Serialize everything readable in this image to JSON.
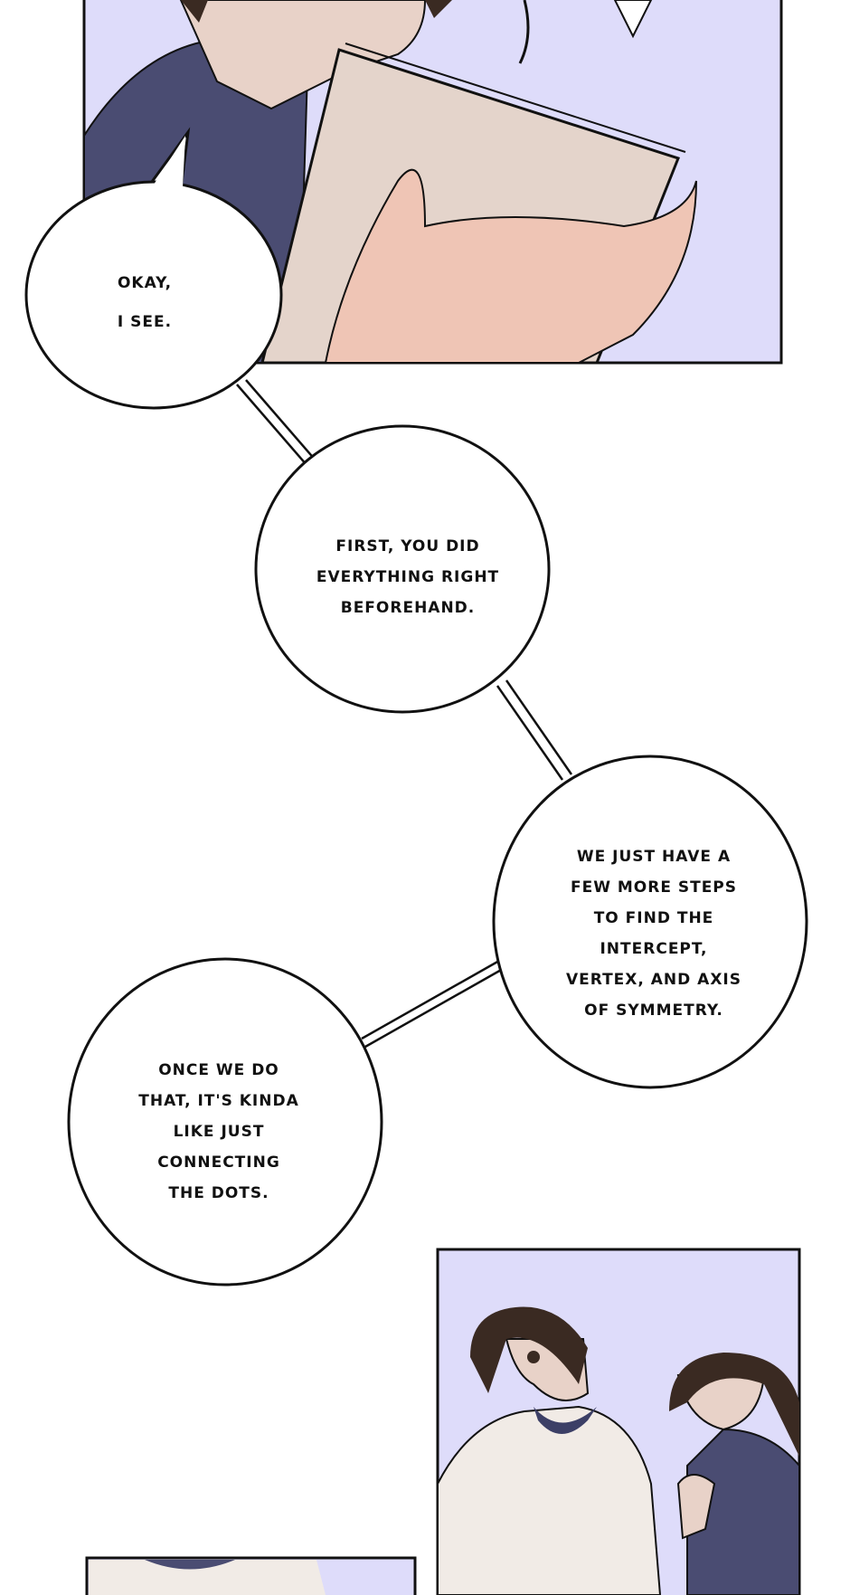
{
  "colors": {
    "panel_bg": "#dedcfa",
    "ink": "#111111",
    "skin": "#e8d2c8",
    "shirt_navy": "#4a4c72",
    "hair": "#3a2a22",
    "notebook": "#e4d4cb",
    "sweater": "#f1ebe6"
  },
  "bubbles": [
    {
      "lines": [
        "OKAY,",
        "I SEE."
      ]
    },
    {
      "lines": [
        "FIRST, YOU DID",
        "EVERYTHING RIGHT",
        "BEFOREHAND."
      ]
    },
    {
      "lines": [
        "WE JUST HAVE A",
        "FEW MORE STEPS",
        "TO FIND THE",
        "INTERCEPT,",
        "VERTEX, AND AXIS",
        "OF SYMMETRY."
      ]
    },
    {
      "lines": [
        "ONCE WE DO",
        "THAT, IT'S KINDA",
        "LIKE JUST",
        "CONNECTING",
        "THE DOTS."
      ]
    }
  ]
}
